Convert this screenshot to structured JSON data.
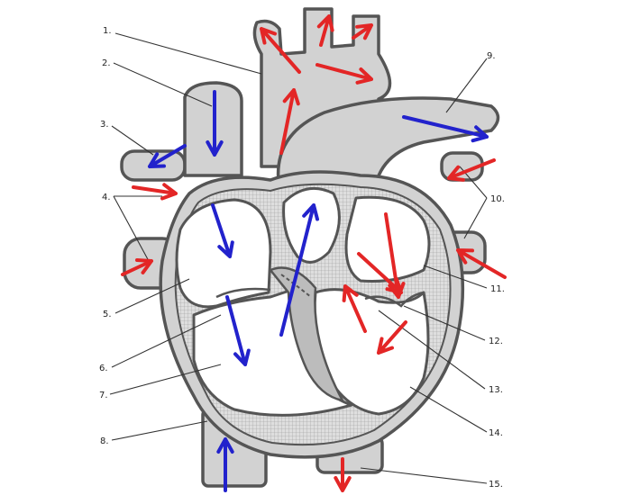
{
  "colors": {
    "oxygenated": "#e32626",
    "deoxygenated": "#2222cc",
    "outline": "#555555",
    "wall_fill": "#d2d2d2",
    "background": "#ffffff"
  },
  "labels": [
    {
      "id": "1",
      "text": "1."
    },
    {
      "id": "2",
      "text": "2."
    },
    {
      "id": "3",
      "text": "3."
    },
    {
      "id": "4",
      "text": "4."
    },
    {
      "id": "5",
      "text": "5."
    },
    {
      "id": "6",
      "text": "6."
    },
    {
      "id": "7",
      "text": "7."
    },
    {
      "id": "8",
      "text": "8."
    },
    {
      "id": "9",
      "text": "9."
    },
    {
      "id": "10",
      "text": "10."
    },
    {
      "id": "11",
      "text": "11."
    },
    {
      "id": "12",
      "text": "12."
    },
    {
      "id": "13",
      "text": "13."
    },
    {
      "id": "14",
      "text": "14."
    },
    {
      "id": "15",
      "text": "15."
    }
  ]
}
